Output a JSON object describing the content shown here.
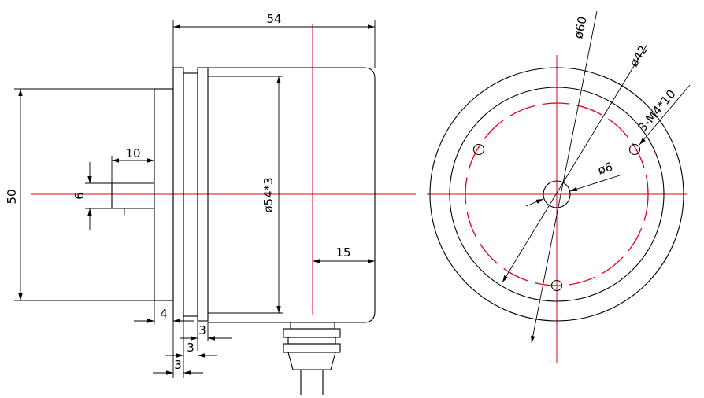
{
  "dimensions": {
    "overall_length": "54",
    "height": "50",
    "shaft_length": "10",
    "shaft_dia": "6",
    "body_dia": "ø54*3",
    "offset": "15",
    "flange_1": "4",
    "flange_2": "3",
    "flange_3": "3",
    "flange_4": "3",
    "outer_dia": "ø60",
    "bolt_circle": "ø42",
    "holes": "3-M4*10",
    "bore_dia": "ø6"
  }
}
